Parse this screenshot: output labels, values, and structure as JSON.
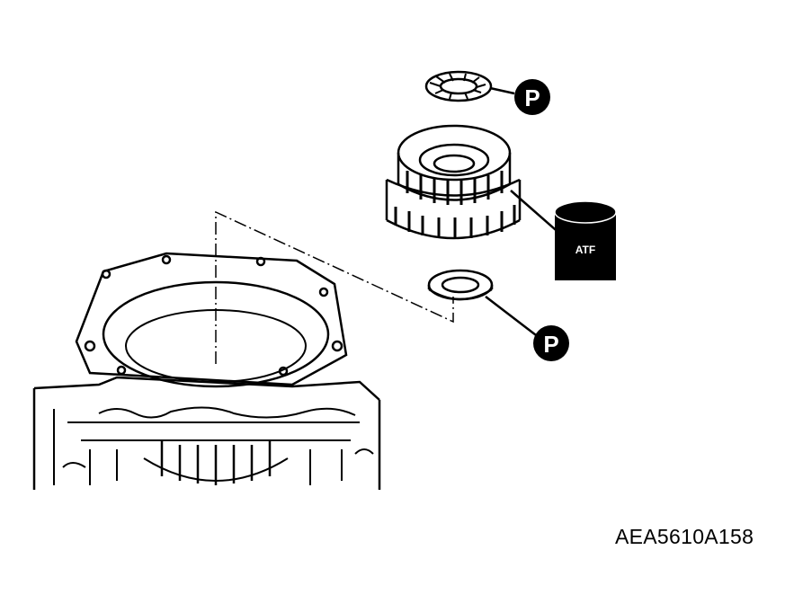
{
  "callouts": {
    "petroleum_jelly_upper": "P",
    "petroleum_jelly_lower": "P",
    "fluid_can": "ATF"
  },
  "figure_code": "AEA5610A158",
  "colors": {
    "line": "#000000",
    "background": "#ffffff"
  },
  "parts": [
    "thrust-bearing",
    "clutch-hub-gear",
    "thrust-washer",
    "transmission-case"
  ]
}
